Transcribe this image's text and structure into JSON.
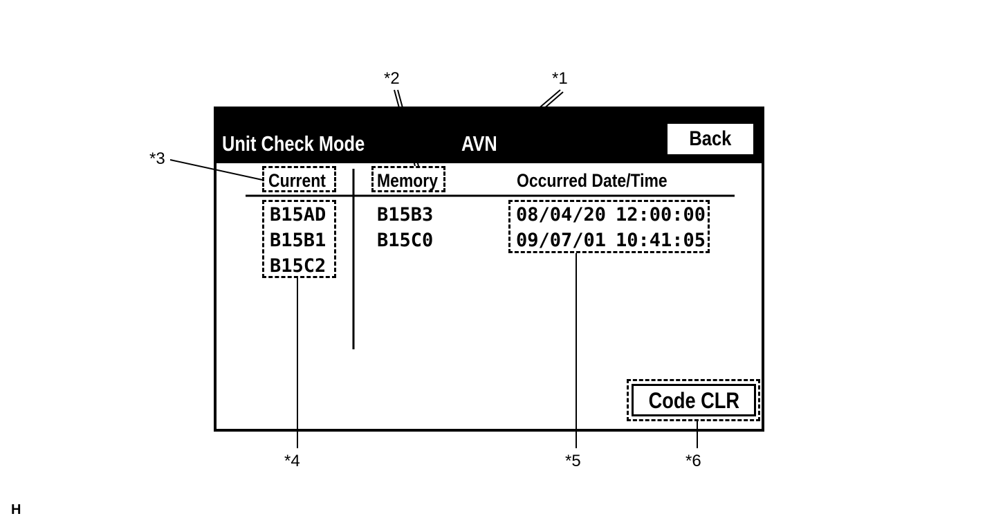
{
  "screen": {
    "title": "Unit Check Mode",
    "unit": "AVN",
    "back_label": "Back",
    "columns": {
      "current": "Current",
      "memory": "Memory",
      "date_time": "Occurred Date/Time"
    },
    "current_codes": [
      "B15AD",
      "B15B1",
      "B15C2"
    ],
    "memory_codes": [
      "B15B3",
      "B15C0"
    ],
    "occurred_dates": [
      "08/04/20",
      "09/07/01"
    ],
    "occurred_times": [
      "12:00:00",
      "10:41:05"
    ],
    "clear_label": "Code CLR"
  },
  "callouts": [
    "*1",
    "*2",
    "*3",
    "*4",
    "*5",
    "*6"
  ],
  "figure_code": "H"
}
